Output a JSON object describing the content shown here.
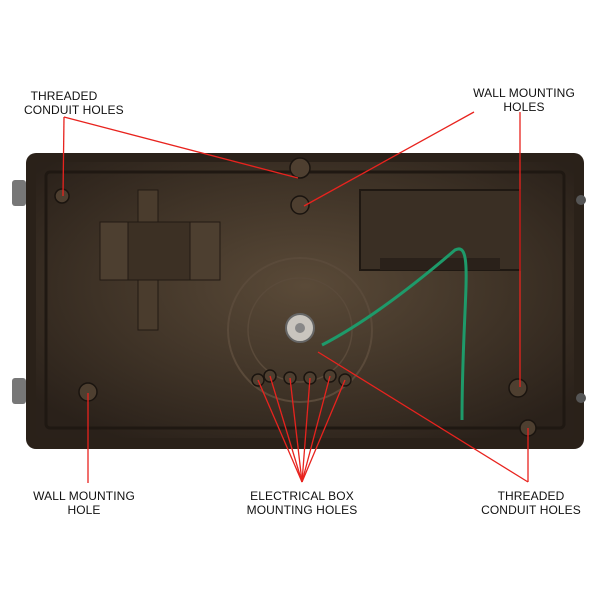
{
  "labels": {
    "threaded_top_left": [
      "THREADED",
      "CONDUIT HOLES"
    ],
    "wall_top_right": [
      "WALL MOUNTING",
      "HOLES"
    ],
    "wall_bottom_left": [
      "WALL MOUNTING",
      "HOLE"
    ],
    "electrical_box": [
      "ELECTRICAL BOX",
      "MOUNTING HOLES"
    ],
    "threaded_bottom_right": [
      "THREADED",
      "CONDUIT HOLES"
    ]
  },
  "colors": {
    "leader": "#e8231e",
    "enclosure": "#3a2e22",
    "enclosure_rim": "#2a2119",
    "ground_wire": "#1e9a6a"
  }
}
